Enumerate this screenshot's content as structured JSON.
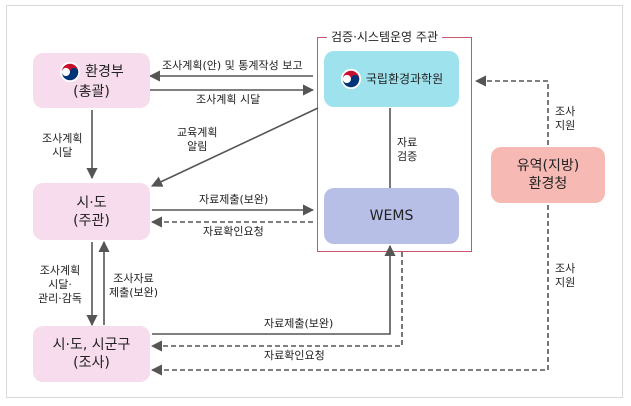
{
  "group": {
    "title": "검증·시스템운영 주관"
  },
  "nodes": {
    "moe": {
      "line1": "환경부",
      "line2": "(총괄)"
    },
    "nier": {
      "line1": "국립환경과학원"
    },
    "wems": {
      "line1": "WEMS"
    },
    "sido": {
      "line1": "시·도",
      "line2": "(주관)"
    },
    "sigungu": {
      "line1": "시·도, 시군구",
      "line2": "(조사)"
    },
    "regional": {
      "line1": "유역(지방)",
      "line2": "환경청"
    }
  },
  "edges": {
    "report_plan": "조사계획(안) 및 통계작성 보고",
    "plan_deliver_top": "조사계획 시달",
    "plan_deliver_left": [
      "조사계획",
      "시달"
    ],
    "edu_plan": [
      "교육계획",
      "알림"
    ],
    "data_verify": [
      "자료",
      "검증"
    ],
    "data_submit_1": "자료제출(보완)",
    "data_request_1": "자료확인요청",
    "plan_manage": [
      "조사계획",
      "시달·",
      "관리·감독"
    ],
    "survey_data": [
      "조사자료",
      "제출(보완)"
    ],
    "data_submit_2": "자료제출(보완)",
    "data_request_2": "자료확인요청",
    "support_top": [
      "조사",
      "지원"
    ],
    "support_bottom": [
      "조사",
      "지원"
    ]
  },
  "colors": {
    "pink_box": "#f6dcec",
    "cyan_box": "#9ee2ee",
    "lavender_box": "#b8bfe6",
    "salmon_box": "#f6b9b3",
    "group_border": "#c8576b",
    "arrow": "#555555"
  }
}
